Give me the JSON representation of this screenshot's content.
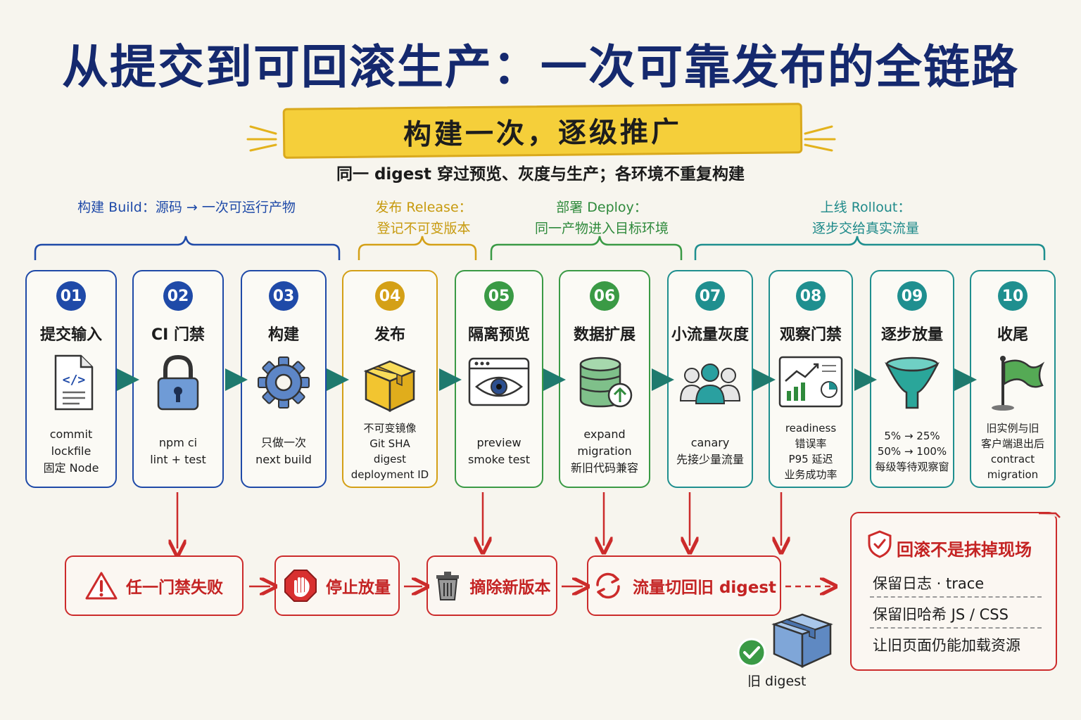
{
  "title": "从提交到可回滚生产：一次可靠发布的全链路",
  "banner": "构建一次，逐级推广",
  "subtitle": "同一 digest 穿过预览、灰度与生产；各环境不重复构建",
  "phases": [
    {
      "line1": "构建 Build：源码 → 一次可运行产物",
      "line2": "",
      "color": "#1f4aa8"
    },
    {
      "line1": "发布 Release：",
      "line2": "登记不可变版本",
      "color": "#c79a0e"
    },
    {
      "line1": "部署 Deploy：",
      "line2": "同一产物进入目标环境",
      "color": "#2f8a3c"
    },
    {
      "line1": "上线 Rollout：",
      "line2": "逐步交给真实流量",
      "color": "#1f8a8a"
    }
  ],
  "steps": [
    {
      "num": "01",
      "title": "提交输入",
      "icon": "code-file-icon",
      "lines": [
        "commit",
        "lockfile",
        "固定 Node"
      ],
      "color": "#1f4aa8"
    },
    {
      "num": "02",
      "title": "CI 门禁",
      "icon": "padlock-icon",
      "lines": [
        "npm ci",
        "lint + test"
      ],
      "color": "#1f4aa8"
    },
    {
      "num": "03",
      "title": "构建",
      "icon": "gear-icon",
      "lines": [
        "只做一次",
        "next build"
      ],
      "color": "#1f4aa8"
    },
    {
      "num": "04",
      "title": "发布",
      "icon": "package-box-icon",
      "lines": [
        "不可变镜像",
        "Git SHA",
        "digest",
        "deployment ID"
      ],
      "color": "#d4a017"
    },
    {
      "num": "05",
      "title": "隔离预览",
      "icon": "eye-window-icon",
      "lines": [
        "preview",
        "smoke test"
      ],
      "color": "#3a9a45"
    },
    {
      "num": "06",
      "title": "数据扩展",
      "icon": "database-icon",
      "lines": [
        "expand migration",
        "新旧代码兼容"
      ],
      "color": "#3a9a45"
    },
    {
      "num": "07",
      "title": "小流量灰度",
      "icon": "users-icon",
      "lines": [
        "canary",
        "先接少量流量"
      ],
      "color": "#1f8f8f"
    },
    {
      "num": "08",
      "title": "观察门禁",
      "icon": "dashboard-icon",
      "lines": [
        "readiness",
        "错误率",
        "P95 延迟",
        "业务成功率"
      ],
      "color": "#1f8f8f"
    },
    {
      "num": "09",
      "title": "逐步放量",
      "icon": "funnel-icon",
      "lines": [
        "5% → 25%",
        "50% → 100%",
        "每级等待观察窗"
      ],
      "color": "#1f8f8f"
    },
    {
      "num": "10",
      "title": "收尾",
      "icon": "flag-icon",
      "lines": [
        "旧实例与旧",
        "客户端退出后",
        "contract",
        "migration"
      ],
      "color": "#1f8f8f"
    }
  ],
  "failure_flow": [
    {
      "label": "任一门禁失败",
      "icon": "warning-icon"
    },
    {
      "label": "停止放量",
      "icon": "stop-hand-icon"
    },
    {
      "label": "摘除新版本",
      "icon": "trash-icon"
    },
    {
      "label": "流量切回旧 digest",
      "icon": "refresh-icon"
    }
  ],
  "rollback_note": {
    "title": "回滚不是抹掉现场",
    "icon": "shield-check-icon",
    "items": [
      "保留日志 · trace",
      "保留旧哈希 JS / CSS",
      "让旧页面仍能加载资源"
    ]
  },
  "old_digest": {
    "label": "旧 digest",
    "icon": "old-package-icon"
  },
  "colors": {
    "title": "#15296e",
    "banner": "#f5cf3a",
    "failure": "#cc2b2b"
  }
}
